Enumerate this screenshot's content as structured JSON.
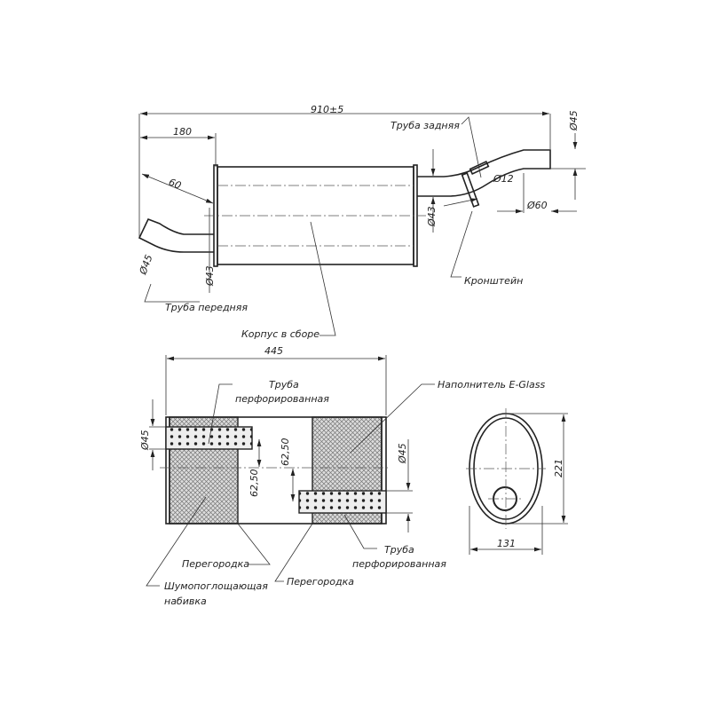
{
  "top_view": {
    "overall_length": "910±5",
    "front_offset": "180",
    "front_pipe_length": "60",
    "front_pipe_dia": "Ø45",
    "front_inlet_dia": "Ø43",
    "rear_outlet_dia": "Ø43",
    "rear_pipe_dia": "Ø45",
    "bracket_dia": "Ø12",
    "rear_dia_60": "Ø60",
    "label_front_pipe": "Труба передняя",
    "label_body": "Корпус в сборе",
    "label_rear_pipe": "Труба задняя",
    "label_bracket": "Кронштейн"
  },
  "section_view": {
    "body_length": "445",
    "left_tube_dia": "Ø45",
    "right_tube_dia": "Ø45",
    "offset_upper": "62,50",
    "offset_lower": "62,50",
    "label_perf_tube_1_l1": "Труба",
    "label_perf_tube_1_l2": "перфорированная",
    "label_filler": "Наполнитель E-Glass",
    "label_baffle_1": "Перегородка",
    "label_baffle_2": "Перегородка",
    "label_packing_l1": "Шумопоглощающая",
    "label_packing_l2": "набивка",
    "label_perf_tube_2_l1": "Труба",
    "label_perf_tube_2_l2": "перфорированная"
  },
  "end_view": {
    "height": "221",
    "width": "131"
  }
}
